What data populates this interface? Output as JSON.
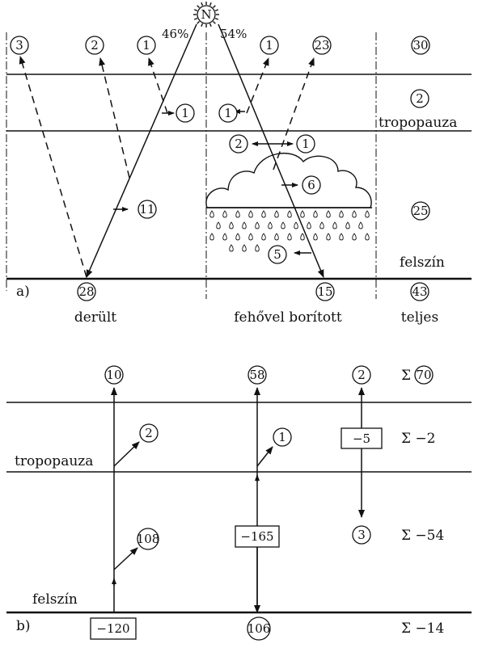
{
  "diagram_a": {
    "panel_label": "a)",
    "sun_label": "N",
    "pct_left": "46%",
    "pct_right": "54%",
    "layer_label_tropo": "tropopauza",
    "layer_label_surface": "felszín",
    "col_labels": [
      "derült",
      "fehővel borított",
      "teljes"
    ],
    "values": {
      "top_clear_1": "3",
      "top_clear_2": "2",
      "top_clear_3": "1",
      "top_cloud_1": "1",
      "top_cloud_2": "23",
      "top_total": "30",
      "strato_clear": "1",
      "strato_cloud": "1",
      "strato_total": "2",
      "cloud_left": "2",
      "cloud_right": "1",
      "cloud_in": "6",
      "clear_absorb": "11",
      "total_trop": "25",
      "rain": "5",
      "surface_clear": "28",
      "surface_cloud": "15",
      "surface_total": "43"
    }
  },
  "diagram_b": {
    "panel_label": "b)",
    "layer_label_tropo": "tropopauza",
    "layer_label_surface": "felszín",
    "values": {
      "top1": "10",
      "top2": "58",
      "top3": "2",
      "sum_top_symbol": "Σ",
      "sum_top": "70",
      "strato1": "2",
      "strato2": "1",
      "strato_box": "−5",
      "sum_strato": "Σ −2",
      "trop1": "108",
      "trop_box": "−165",
      "trop3": "3",
      "sum_trop": "Σ −54",
      "surface_box": "−120",
      "surface2": "106",
      "sum_surface": "Σ −14"
    }
  }
}
